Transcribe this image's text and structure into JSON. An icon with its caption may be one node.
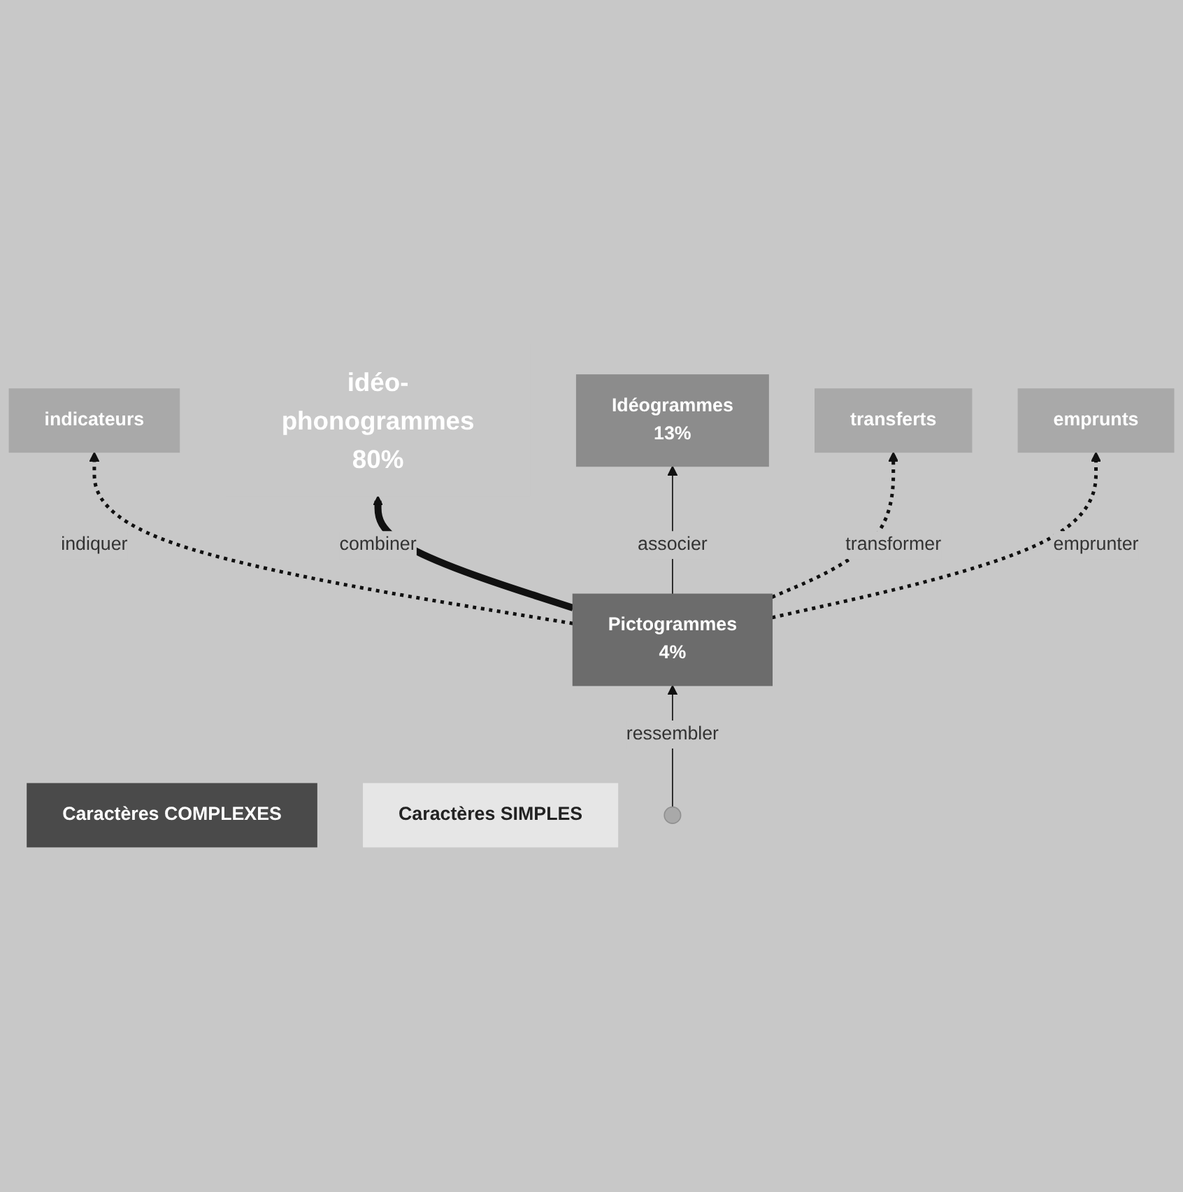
{
  "diagram": {
    "nodes": [
      {
        "text": [
          "Caractères COMPLEXES"
        ]
      },
      {
        "text": [
          "Caractères SIMPLES"
        ]
      },
      {
        "text": [
          "emprunts"
        ]
      },
      {
        "text": [
          "transferts"
        ]
      },
      {
        "text": [
          "idéo-phonogrammes",
          "80%"
        ]
      },
      {
        "text": [
          "Idéogrammes",
          "13%"
        ]
      },
      {
        "text": [
          "indicateurs"
        ]
      },
      {
        "text": [
          "Pictogrammes",
          "4%"
        ]
      }
    ],
    "edges": [
      {
        "from": null,
        "to": 7,
        "arrow": "to",
        "label": "ressembler"
      },
      {
        "from": 7,
        "to": 6,
        "arrow": "to",
        "label": "indiquer",
        "style": "dashed"
      },
      {
        "from": 7,
        "to": 4,
        "arrow": "to",
        "label": "combiner",
        "style": "thick"
      },
      {
        "from": 7,
        "to": 5,
        "arrow": "to",
        "label": "associer"
      },
      {
        "from": 7,
        "to": 3,
        "arrow": "to",
        "label": "transformer",
        "style": "dashed"
      },
      {
        "from": 7,
        "to": 2,
        "arrow": "to",
        "label": "emprunter",
        "style": "dashed"
      }
    ]
  }
}
